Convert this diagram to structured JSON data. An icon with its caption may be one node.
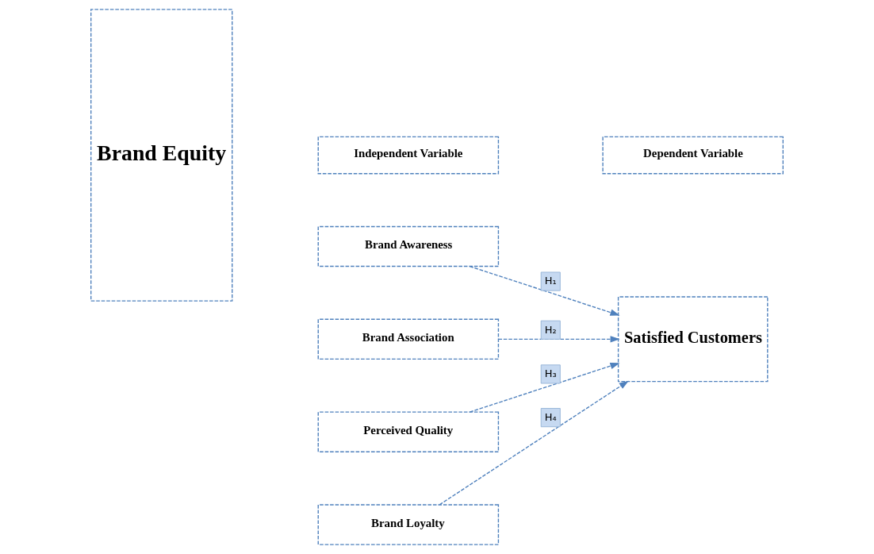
{
  "diagram": {
    "nodes": [
      {
        "text": [
          "Brand Equity"
        ]
      },
      {
        "text": [
          "Independent Variable"
        ]
      },
      {
        "text": [
          "Dependent Variable"
        ]
      },
      {
        "text": [
          "Brand Awareness"
        ]
      },
      {
        "text": [
          "Brand Association"
        ]
      },
      {
        "text": [
          "Perceived Quality"
        ]
      },
      {
        "text": [
          "Brand Loyalty"
        ]
      },
      {
        "text": [
          "Satisfied Customers"
        ]
      }
    ],
    "edges": [
      {
        "from": 3,
        "to": 7,
        "arrow": "to",
        "label": "H₁",
        "style": "dashed"
      },
      {
        "from": 4,
        "to": 7,
        "arrow": "to",
        "label": "H₂",
        "style": "dashed"
      },
      {
        "from": 5,
        "to": 7,
        "arrow": "to",
        "label": "H₃",
        "style": "dashed"
      },
      {
        "from": 6,
        "to": 7,
        "arrow": "to",
        "label": "H₄",
        "style": "dashed"
      }
    ]
  }
}
